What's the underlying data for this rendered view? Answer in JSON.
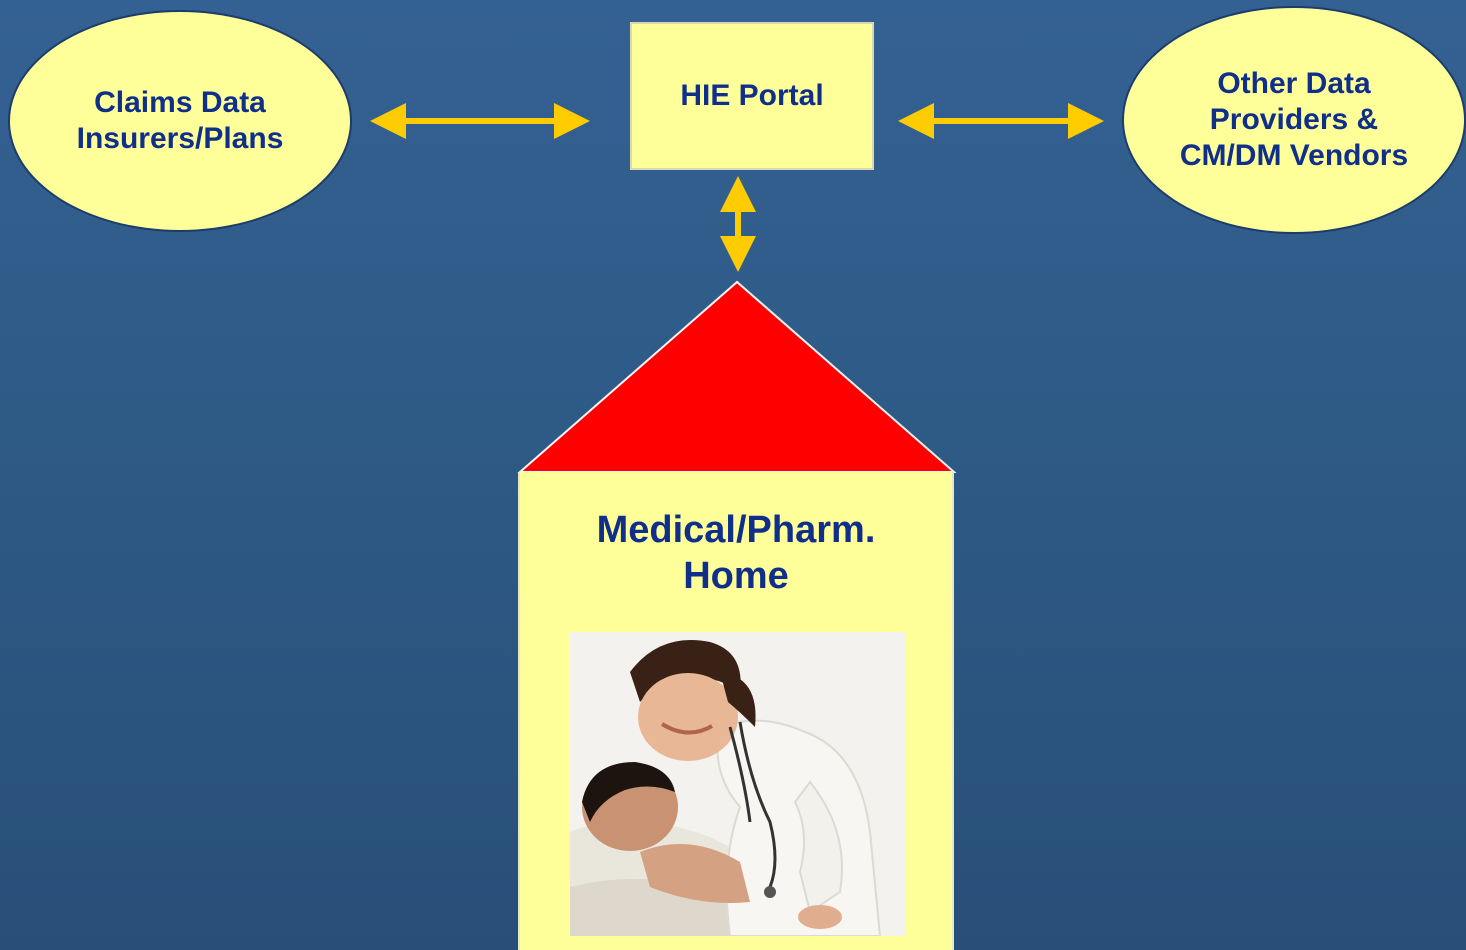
{
  "nodes": {
    "claims": {
      "line1": "Claims Data",
      "line2": "Insurers/Plans"
    },
    "hie_portal": {
      "label": "HIE Portal"
    },
    "other": {
      "line1": "Other Data",
      "line2": "Providers &",
      "line3": "CM/DM Vendors"
    },
    "home": {
      "line1": "Medical/Pharm.",
      "line2": "Home"
    }
  },
  "colors": {
    "background": "#2e5a86",
    "node_fill": "#ffff99",
    "node_text": "#0f2f8a",
    "arrow": "#ffcc00",
    "roof": "#ff0000"
  },
  "photo": {
    "description_icon": "doctor-with-patient-photo"
  }
}
